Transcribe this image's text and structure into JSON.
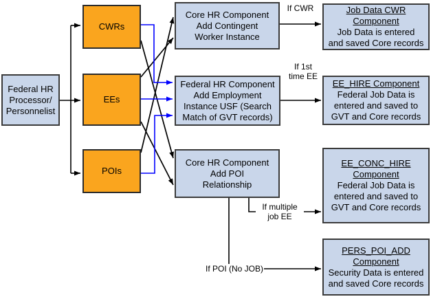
{
  "colors": {
    "background": "#FFFFFF",
    "process_box_fill": "#C9D6EA",
    "role_box_fill": "#FAA51E",
    "box_border": "#3A3A3A",
    "arrow_black": "#000000",
    "arrow_blue": "#0000FF"
  },
  "nodes": {
    "actor": {
      "label": "Federal HR\nProcessor/\nPersonnelist"
    },
    "cwrs": {
      "label": "CWRs"
    },
    "ees": {
      "label": "EEs"
    },
    "pois": {
      "label": "POIs"
    },
    "core_add_cw": {
      "label": "Core HR Component\nAdd Contingent\nWorker Instance"
    },
    "federal_add_emp": {
      "label": "Federal HR Component\nAdd Employment\nInstance USF (Search\nMatch of GVT records)"
    },
    "core_add_poi": {
      "label": "Core HR Component\nAdd POI\nRelationship"
    },
    "job_data_cwr": {
      "title": "Job Data CWR\nComponent",
      "body": "Job Data is entered\nand saved Core records"
    },
    "ee_hire": {
      "title": "EE_HIRE Component",
      "body": "Federal Job Data is\nentered and saved to\nGVT and Core records"
    },
    "ee_conc_hire": {
      "title": "EE_CONC_HIRE\nComponent",
      "body": "Federal Job Data is\nentered and saved to\nGVT and Core records"
    },
    "pers_poi_add": {
      "title": "PERS_POI_ADD\nComponent",
      "body": "Security Data is entered\nand saved Core records"
    }
  },
  "edge_labels": {
    "if_cwr": "If CWR",
    "if_first_time_ee": "If 1st\ntime EE",
    "if_multiple_job_ee": "If multiple\njob EE",
    "if_poi_no_job": "If POI (No JOB)"
  }
}
